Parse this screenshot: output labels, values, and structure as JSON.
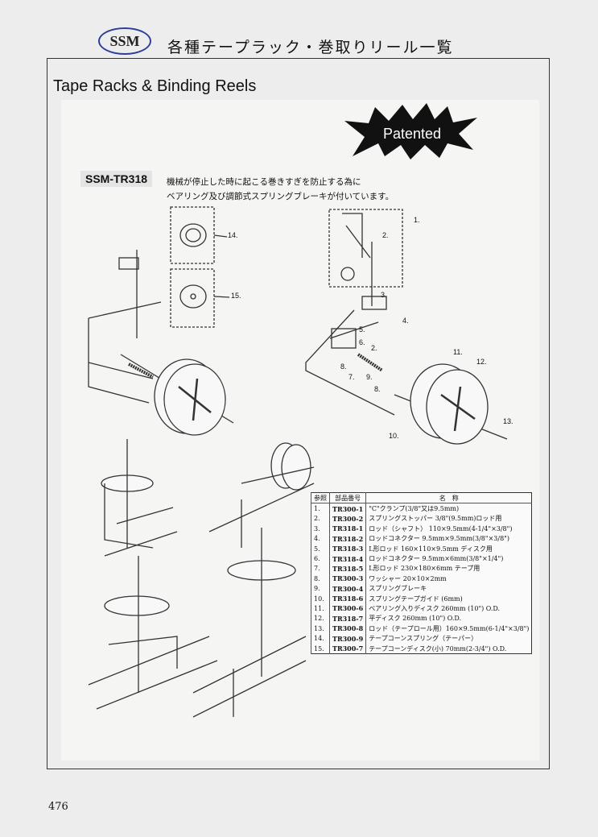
{
  "header": {
    "logo": "SSM",
    "title": "各種テープラック・巻取りリール一覧"
  },
  "section_title": "Tape Racks & Binding Reels",
  "badge": "Patented",
  "product": {
    "model": "SSM-TR318",
    "description": [
      "機械が停止した時に起こる巻きすぎを防止する為に",
      "ベアリング及び調節式スプリングブレーキが付いています。"
    ]
  },
  "diagram_labels": {
    "l14": "14.",
    "l15": "15.",
    "l1": "1.",
    "l2a": "2.",
    "l3": "3.",
    "l4": "4.",
    "l5": "5.",
    "l6": "6.",
    "l2b": "2.",
    "l7": "7.",
    "l8a": "8.",
    "l9": "9.",
    "l8b": "8.",
    "l11": "11.",
    "l12": "12.",
    "l13": "13.",
    "l10": "10."
  },
  "parts_table": {
    "headers": [
      "参照",
      "部品番号",
      "名　称"
    ],
    "rows": [
      [
        "1.",
        "TR300-1",
        "\"C\"クランプ(3/8\"又は9.5mm)"
      ],
      [
        "2.",
        "TR300-2",
        "スプリングストッパー 3/8\"(9.5mm)ロッド用"
      ],
      [
        "3.",
        "TR318-1",
        "ロッド（シャフト） 110×9.5mm(4-1/4\"×3/8\")"
      ],
      [
        "4.",
        "TR318-2",
        "ロッドコネクター 9.5mm×9.5mm(3/8\"×3/8\")"
      ],
      [
        "5.",
        "TR318-3",
        "L形ロッド 160×110×9.5mm ディスク用"
      ],
      [
        "6.",
        "TR318-4",
        "ロッドコネクター 9.5mm×6mm(3/8\"×1/4\")"
      ],
      [
        "7.",
        "TR318-5",
        "L形ロッド 230×180×6mm テープ用"
      ],
      [
        "8.",
        "TR300-3",
        "ワッシャー 20×10×2mm"
      ],
      [
        "9.",
        "TR300-4",
        "スプリングブレーキ"
      ],
      [
        "10.",
        "TR318-6",
        "スプリングテープガイド (6mm)"
      ],
      [
        "11.",
        "TR300-6",
        "ベアリング入りディスク 260mm (10\") O.D."
      ],
      [
        "12.",
        "TR318-7",
        "平ディスク 260mm (10\") O.D."
      ],
      [
        "13.",
        "TR300-8",
        "ロッド（テープロール用）160×9.5mm(6-1/4\"×3/8\")"
      ],
      [
        "14.",
        "TR300-9",
        "テープコーンスプリング（テーパー）"
      ],
      [
        "15.",
        "TR300-7",
        "テープコーンディスク(小) 70mm(2-3/4\") O.D."
      ]
    ]
  },
  "page_number": "476"
}
